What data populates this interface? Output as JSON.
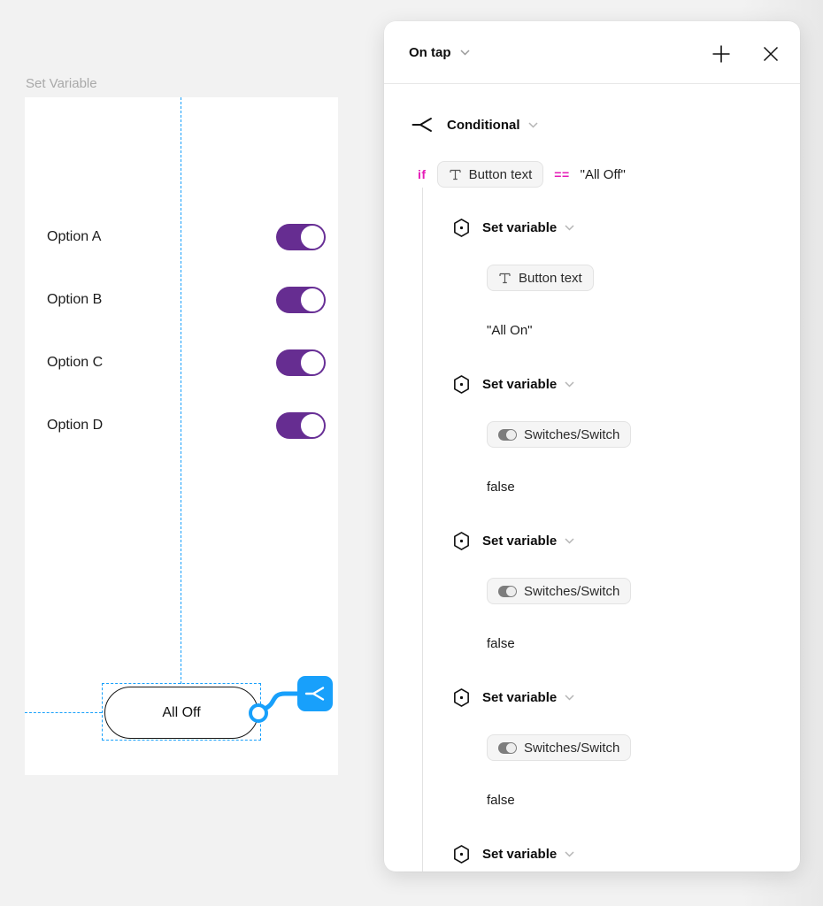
{
  "canvas": {
    "frame_label": "Set Variable",
    "options": [
      {
        "label": "Option A",
        "state": "on"
      },
      {
        "label": "Option B",
        "state": "on"
      },
      {
        "label": "Option C",
        "state": "on"
      },
      {
        "label": "Option D",
        "state": "on"
      }
    ],
    "button_label": "All Off"
  },
  "panel": {
    "trigger_label": "On tap",
    "conditional_label": "Conditional",
    "condition": {
      "keyword": "if",
      "variable_chip": "Button text",
      "operator": "==",
      "value": "\"All Off\""
    },
    "actions": [
      {
        "label": "Set variable",
        "chip": "Button text",
        "chip_icon": "text-type-icon",
        "value": "\"All On\""
      },
      {
        "label": "Set variable",
        "chip": "Switches/Switch",
        "chip_icon": "toggle-icon",
        "value": "false"
      },
      {
        "label": "Set variable",
        "chip": "Switches/Switch",
        "chip_icon": "toggle-icon",
        "value": "false"
      },
      {
        "label": "Set variable",
        "chip": "Switches/Switch",
        "chip_icon": "toggle-icon",
        "value": "false"
      },
      {
        "label": "Set variable"
      }
    ]
  },
  "colors": {
    "accent_blue": "#18a0fb",
    "accent_pink": "#e51bb7",
    "toggle_purple": "#662d91",
    "panel_bg": "#ffffff",
    "canvas_bg": "#f2f2f2"
  },
  "icons": {
    "trigger_chevron": "chevron-down-icon",
    "add_interaction": "plus-icon",
    "close_panel": "close-icon",
    "conditional": "branch-icon",
    "set_variable": "hexagon-variable-icon",
    "text_chip": "text-type-icon",
    "switch_chip": "toggle-icon",
    "canvas_flow_badge": "branch-icon"
  }
}
